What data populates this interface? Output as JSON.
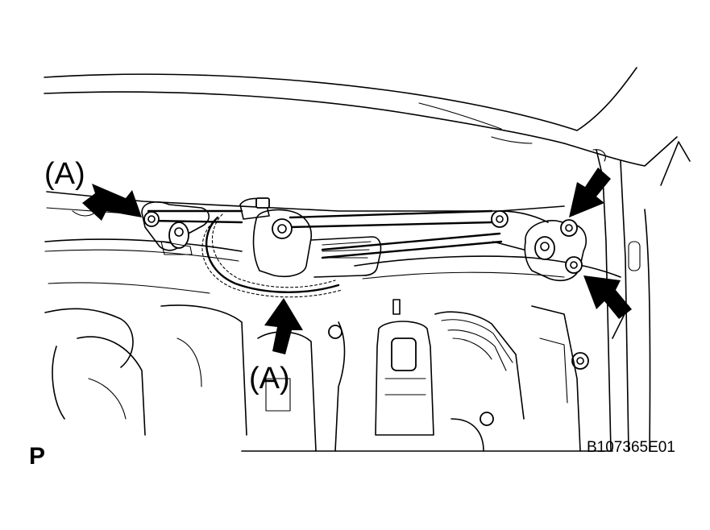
{
  "diagram": {
    "callouts": [
      {
        "id": "label-a-left",
        "text": "(A)"
      },
      {
        "id": "label-a-bottom",
        "text": "(A)"
      }
    ],
    "view_marker": "P",
    "figure_code": "B107365E01"
  }
}
